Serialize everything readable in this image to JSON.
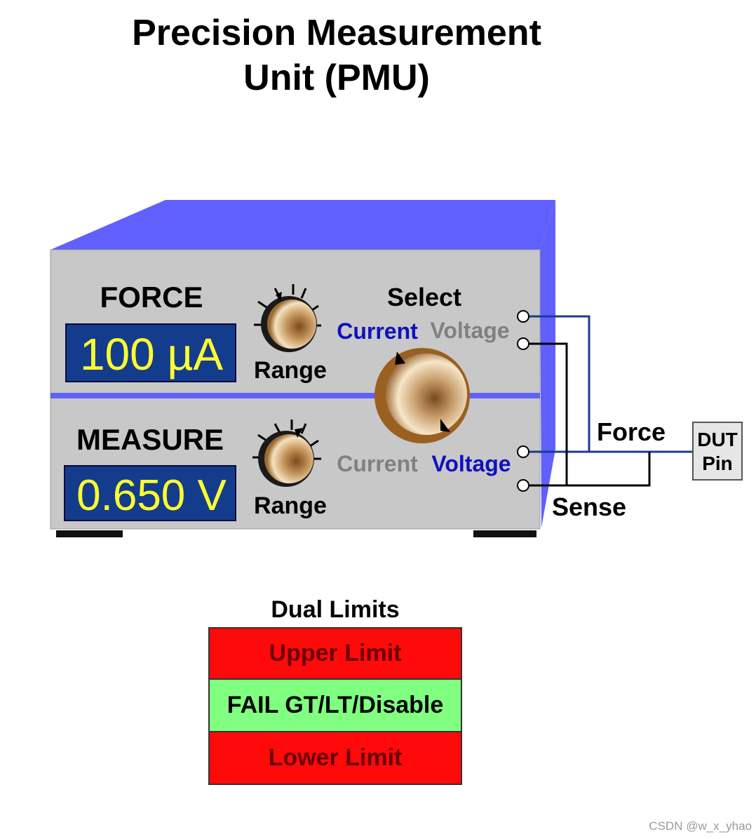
{
  "title": {
    "line1": "Precision Measurement",
    "line2": "Unit (PMU)"
  },
  "instrument": {
    "force_label": "FORCE",
    "force_display": "100 µA",
    "force_range_label": "Range",
    "measure_label": "MEASURE",
    "measure_display": "0.650 V",
    "measure_range_label": "Range",
    "select_label": "Select",
    "force_select": {
      "current": "Current",
      "voltage": "Voltage",
      "selected": "current"
    },
    "measure_select": {
      "current": "Current",
      "voltage": "Voltage",
      "selected": "voltage"
    }
  },
  "wiring": {
    "force_label": "Force",
    "sense_label": "Sense",
    "dut_line1": "DUT",
    "dut_line2": "Pin"
  },
  "dual_limits": {
    "title": "Dual Limits",
    "upper": "Upper Limit",
    "middle": "FAIL GT/LT/Disable",
    "lower": "Lower Limit"
  },
  "watermark": "CSDN @w_x_yhao",
  "colors": {
    "instrument_top": "#6060ff",
    "instrument_face": "#c8c8c8",
    "display_bg": "#143c8c",
    "display_text": "#ffff30",
    "selected_text": "#1010c0",
    "unselected_text": "#808080",
    "force_wire": "#1a3c8c",
    "sense_wire": "#000000",
    "limit_red": "#ff0a0a",
    "limit_green": "#80ff80"
  }
}
